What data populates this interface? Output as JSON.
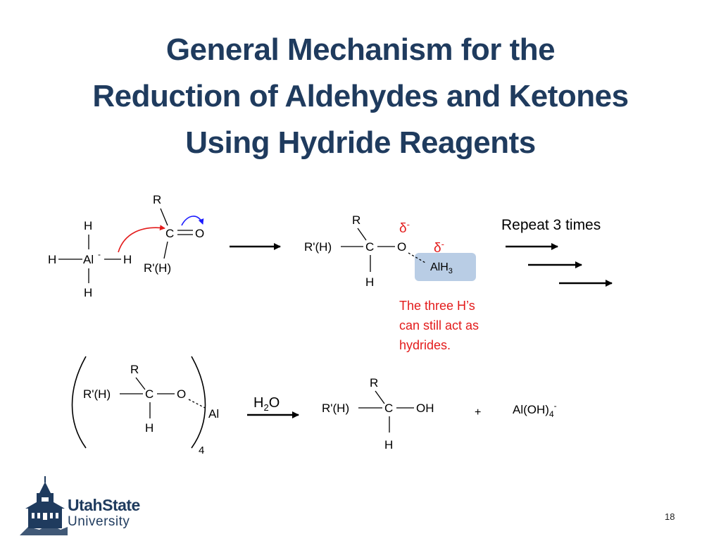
{
  "title": {
    "line1": "General Mechanism for the",
    "line2": "Reduction of Aldehydes and Ketones",
    "line3": "Using Hydride Reagents"
  },
  "reaction1": {
    "hydride": {
      "h_top": "H",
      "h_left": "H",
      "al": "Al",
      "charge": "-",
      "h_right": "H",
      "h_bottom": "H"
    },
    "carbonyl": {
      "r": "R",
      "c": "C",
      "o": "O",
      "rh": "R'(H)"
    }
  },
  "intermediate": {
    "r": "R",
    "rh": "R'(H)",
    "c": "C",
    "o": "O",
    "h": "H",
    "delta": "δ",
    "delta_charge": "-",
    "alh3_al": "AlH",
    "alh3_sub": "3",
    "highlight_color": "#b9cde5"
  },
  "note": {
    "line1": "The three H’s",
    "line2": "can still act as",
    "line3": "hydrides."
  },
  "repeat_label": "Repeat 3 times",
  "reaction2": {
    "r": "R",
    "rh": "R'(H)",
    "c": "C",
    "o": "O",
    "h": "H",
    "al": "Al",
    "subscript": "4",
    "reagent": {
      "h": "H",
      "sub": "2",
      "o": "O"
    }
  },
  "product": {
    "r": "R",
    "rh": "R'(H)",
    "c": "C",
    "oh": "OH",
    "h": "H",
    "plus": "+",
    "aloh": "Al(OH)",
    "aloh_sub": "4",
    "aloh_charge": "-"
  },
  "logo": {
    "line1": "UtahState",
    "line2": "University",
    "icon": "old-main-building-icon"
  },
  "page_number": "18",
  "colors": {
    "title": "#1f3b5e",
    "annotation": "#e31b1b",
    "curved_arrow_red": "#e31b1b",
    "curved_arrow_blue": "#1a1aff"
  }
}
